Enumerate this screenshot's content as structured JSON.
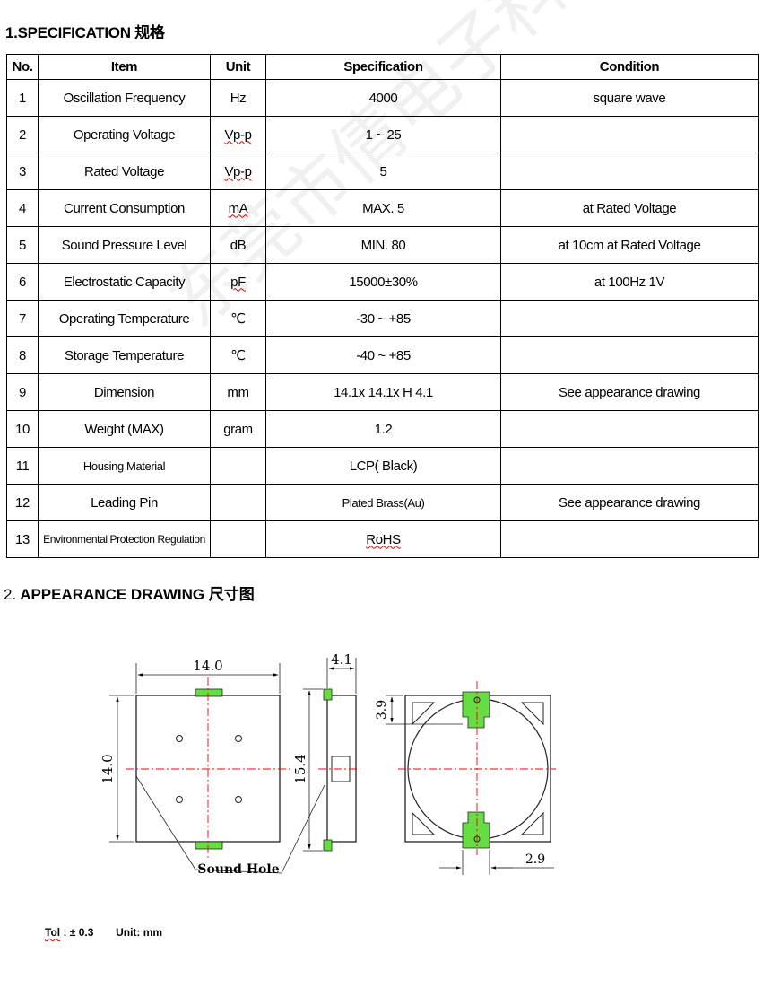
{
  "section1": {
    "title": "1.SPECIFICATION 规格"
  },
  "table": {
    "headers": [
      "No.",
      "Item",
      "Unit",
      "Specification",
      "Condition"
    ],
    "rows": [
      {
        "no": "1",
        "item": "Oscillation Frequency",
        "unit": "Hz",
        "spec": "4000",
        "cond": "square wave"
      },
      {
        "no": "2",
        "item": "Operating Voltage",
        "unit": "Vp-p",
        "spec": "1 ~ 25",
        "cond": ""
      },
      {
        "no": "3",
        "item": "Rated Voltage",
        "unit": "Vp-p",
        "spec": "5",
        "cond": ""
      },
      {
        "no": "4",
        "item": "Current Consumption",
        "unit": "mA",
        "spec": "MAX. 5",
        "cond": "at Rated Voltage"
      },
      {
        "no": "5",
        "item": "Sound Pressure Level",
        "unit": "dB",
        "spec": "MIN. 80",
        "cond": "at 10cm at Rated Voltage"
      },
      {
        "no": "6",
        "item": "Electrostatic Capacity",
        "unit": "pF",
        "spec": "15000±30%",
        "cond": "at 100Hz 1V"
      },
      {
        "no": "7",
        "item": "Operating Temperature",
        "unit": "℃",
        "spec": "-30 ~ +85",
        "cond": ""
      },
      {
        "no": "8",
        "item": "Storage Temperature",
        "unit": "℃",
        "spec": "-40 ~ +85",
        "cond": ""
      },
      {
        "no": "9",
        "item": "Dimension",
        "unit": "mm",
        "spec": "14.1x 14.1x H 4.1",
        "cond": "See appearance drawing"
      },
      {
        "no": "10",
        "item": "Weight (MAX)",
        "unit": "gram",
        "spec": "1.2",
        "cond": ""
      },
      {
        "no": "11",
        "item": "Housing Material",
        "unit": "",
        "spec": "LCP( Black)",
        "cond": ""
      },
      {
        "no": "12",
        "item": "Leading Pin",
        "unit": "",
        "spec": "Plated Brass(Au)",
        "cond": "See appearance drawing"
      },
      {
        "no": "13",
        "item": "Environmental Protection Regulation",
        "unit": "",
        "spec": "RoHS",
        "cond": ""
      }
    ]
  },
  "section2": {
    "number": "2.",
    "title": "APPEARANCE DRAWING   尺寸图"
  },
  "drawing": {
    "dim_width": "14.0",
    "dim_height": "14.0",
    "dim_thickness": "4.1",
    "dim_side_height": "15.4",
    "dim_pin_offset": "3.9",
    "dim_pin_width": "2.9",
    "sound_hole_label": "Sound Hole",
    "pad_color": "#66dd44",
    "centerline_color": "#ff0000"
  },
  "footer": {
    "tol_label": "Tol",
    "tol_value": ": ± 0.3",
    "unit_label": "Unit: mm"
  },
  "watermark": "东莞市倩电子科技有限公司"
}
